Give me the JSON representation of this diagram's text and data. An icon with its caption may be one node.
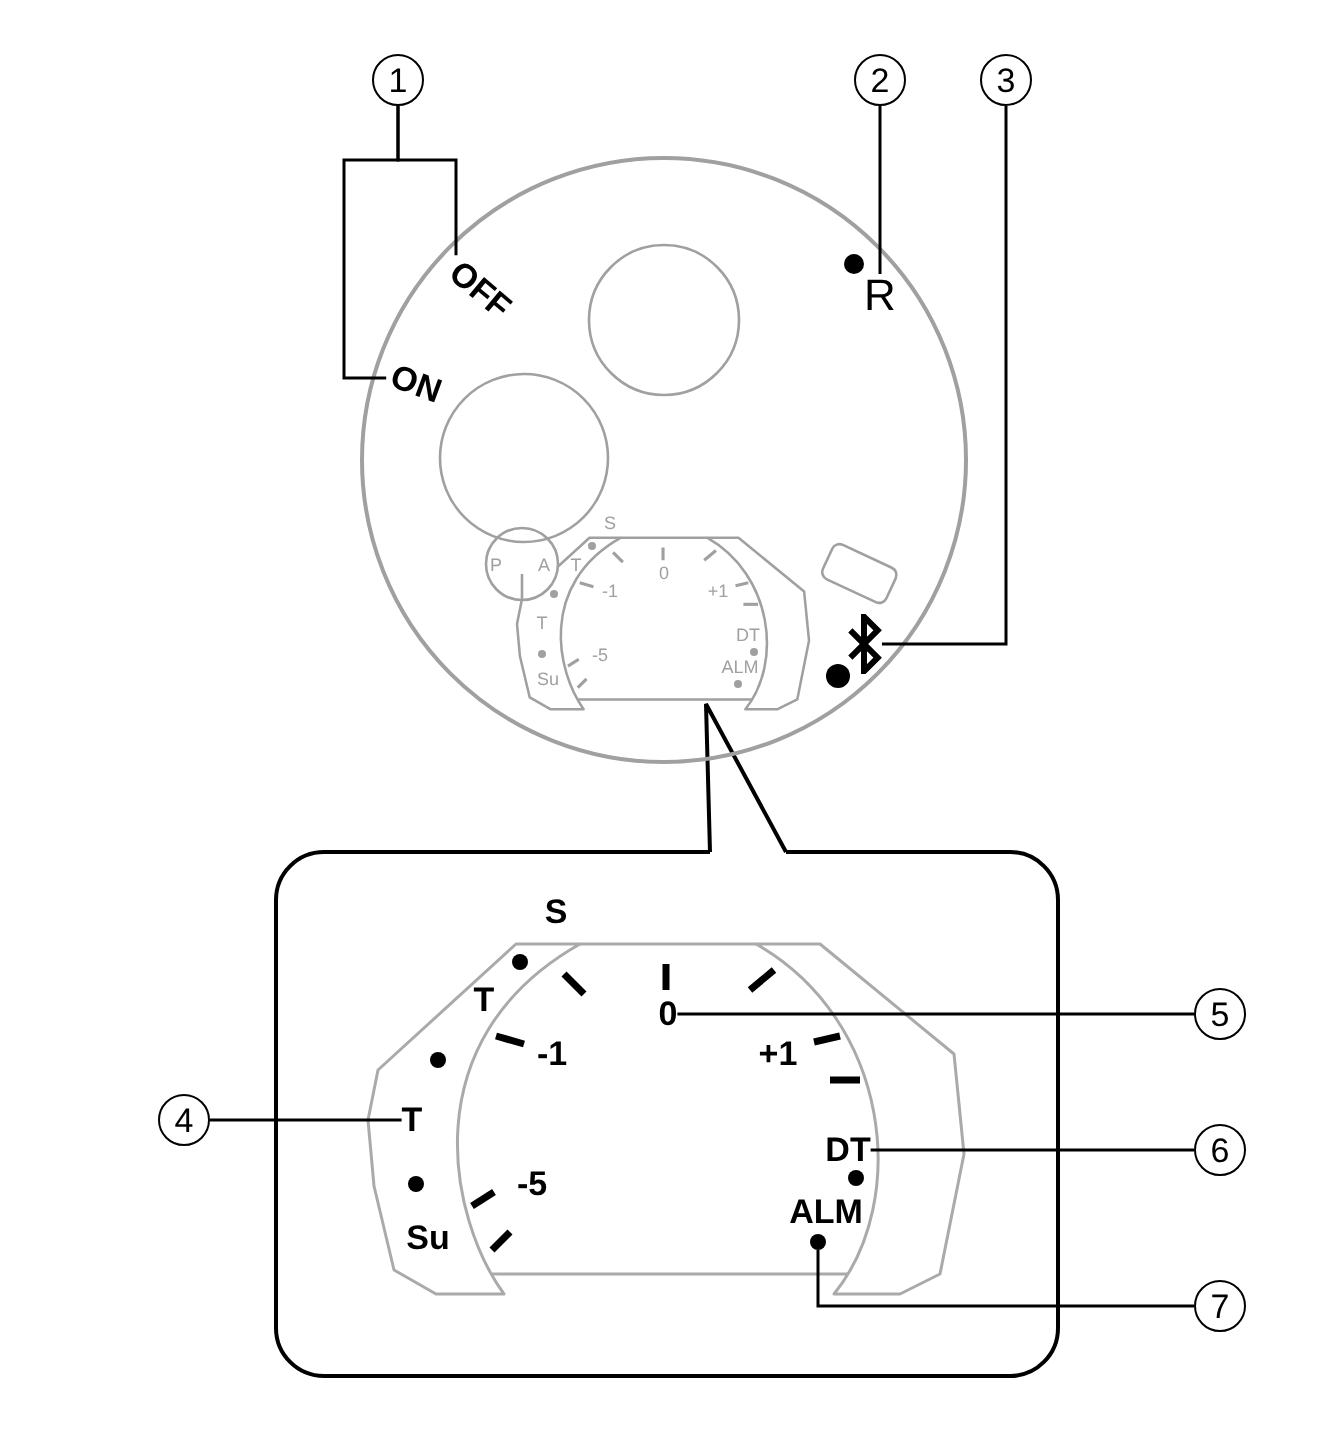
{
  "diagram": {
    "nodes": [
      {
        "text": [
          "1"
        ]
      },
      {
        "text": [
          "2"
        ]
      },
      {
        "text": [
          "3"
        ]
      },
      {
        "text": [],
        "shape": "circle"
      },
      {
        "text": [
          "OFF"
        ],
        "in": 3
      },
      {
        "text": [
          "ON"
        ],
        "in": 3
      },
      {
        "text": [
          "R"
        ],
        "in": 3
      },
      {
        "text": [],
        "shape": "picture",
        "in": 3
      },
      {
        "text": [],
        "shape": "box"
      },
      {
        "text": [
          "4"
        ]
      },
      {
        "text": [
          "T"
        ],
        "in": 8
      },
      {
        "text": [
          "0"
        ],
        "in": 8
      },
      {
        "text": [
          "5"
        ]
      },
      {
        "text": [
          "DT"
        ],
        "in": 8
      },
      {
        "text": [
          "6"
        ]
      },
      {
        "text": [],
        "shape": "circle",
        "in": 8
      },
      {
        "text": [
          "7"
        ]
      }
    ],
    "edges": [
      {
        "from": 0,
        "to": 4,
        "arrow": "none"
      },
      {
        "from": 0,
        "to": 5,
        "arrow": "none"
      },
      {
        "from": 1,
        "to": 6,
        "arrow": "none"
      },
      {
        "from": 2,
        "to": 7,
        "arrow": "none"
      },
      {
        "from": 9,
        "to": 10,
        "arrow": "none"
      },
      {
        "from": 12,
        "to": 11,
        "arrow": "none"
      },
      {
        "from": 14,
        "to": 13,
        "arrow": "none"
      },
      {
        "from": 16,
        "to": 15,
        "arrow": "none"
      }
    ],
    "labels": [
      "S",
      "P",
      "A",
      "T",
      "0",
      "-1",
      "+1",
      "T",
      "DT",
      "-5",
      "ALM",
      "Su",
      "S",
      "T",
      "-1",
      "+1",
      "-5",
      "Su",
      "ALM"
    ]
  }
}
